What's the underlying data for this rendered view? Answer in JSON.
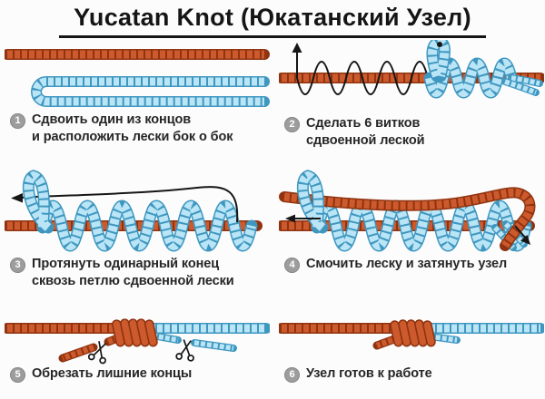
{
  "title": "Yucatan Knot (Юкатанский Узел)",
  "steps": [
    {
      "number": "1",
      "text": "Сдвоить один из концов\nи расположить лески бок о бок"
    },
    {
      "number": "2",
      "text": "Сделать 6 витков\nсдвоенной леской"
    },
    {
      "number": "3",
      "text": "Протянуть одинарный конец\nсквозь петлю сдвоенной лески"
    },
    {
      "number": "4",
      "text": "Смочить леску и затянуть узел"
    },
    {
      "number": "5",
      "text": "Обрезать лишние концы"
    },
    {
      "number": "6",
      "text": "Узел готов к работе"
    }
  ],
  "colors": {
    "main_line": "#cd5a2d",
    "main_line_outline": "#8f3310",
    "doubled_line": "#b9e5f6",
    "doubled_line_outline": "#3f97c0",
    "badge_bg": "#9d9d9d",
    "title_color": "#151515"
  }
}
